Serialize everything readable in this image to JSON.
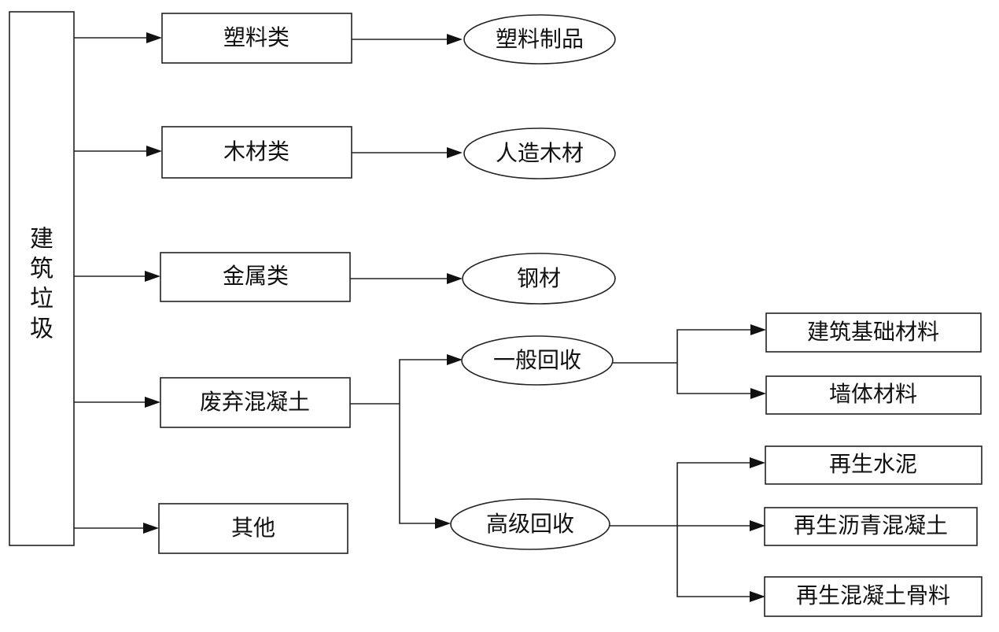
{
  "root": {
    "label": [
      "建",
      "筑",
      "垃",
      "圾"
    ]
  },
  "categories": [
    {
      "label": "塑料类"
    },
    {
      "label": "木材类"
    },
    {
      "label": "金属类"
    },
    {
      "label": "废弃混凝土"
    },
    {
      "label": "其他"
    }
  ],
  "products": [
    {
      "label": "塑料制品"
    },
    {
      "label": "人造木材"
    },
    {
      "label": "钢材"
    }
  ],
  "recycling": [
    {
      "label": "一般回收"
    },
    {
      "label": "高级回收"
    }
  ],
  "general_outputs": [
    {
      "label": "建筑基础材料"
    },
    {
      "label": "墙体材料"
    }
  ],
  "advanced_outputs": [
    {
      "label": "再生水泥"
    },
    {
      "label": "再生沥青混凝土"
    },
    {
      "label": "再生混凝土骨料"
    }
  ]
}
